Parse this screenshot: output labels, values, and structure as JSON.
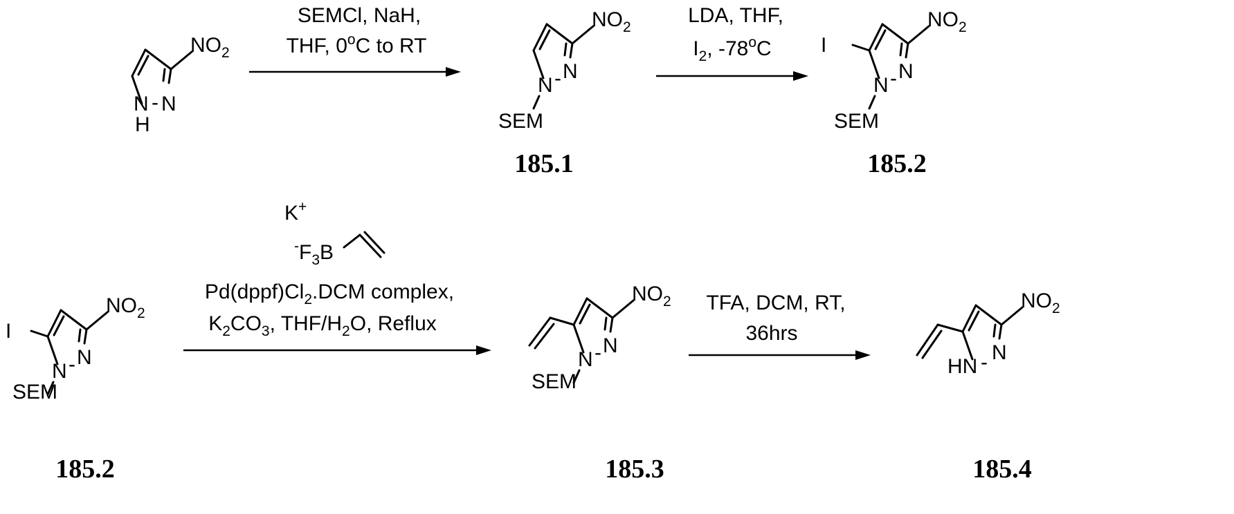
{
  "atoms": {
    "nitro_N": "NO",
    "nitro_sub": "2",
    "ring_N": "N",
    "ring_NH": "N",
    "ring_H": "H",
    "hn": "HN",
    "dash": "-",
    "sem": "SEM",
    "iodine": "I",
    "potassium": "K",
    "plus": "+",
    "minus": "-",
    "f3b_F": "F",
    "f3b_sub": "3",
    "f3b_B": "B"
  },
  "reactions": {
    "r1": {
      "line1": "SEMCl, NaH,",
      "line2_a": "THF, 0",
      "line2_sup": "o",
      "line2_b": "C to RT"
    },
    "r2": {
      "line1": "LDA, THF,",
      "line2_a": "I",
      "line2_sub": "2",
      "line2_b": ", -78",
      "line2_sup": "o",
      "line2_c": "C"
    },
    "r3": {
      "line1_a": "Pd(dppf)Cl",
      "line1_sub": "2",
      "line1_b": ".DCM complex,",
      "line2_a": "K",
      "line2_sub1": "2",
      "line2_b": "CO",
      "line2_sub2": "3",
      "line2_c": ", THF/H",
      "line2_sub3": "2",
      "line2_d": "O, Reflux"
    },
    "r4": {
      "line1": "TFA, DCM, RT,",
      "line2": "36hrs"
    }
  },
  "compounds": {
    "c1851": "185.1",
    "c1852_top": "185.2",
    "c1852_bottom": "185.2",
    "c1853": "185.3",
    "c1854": "185.4"
  }
}
